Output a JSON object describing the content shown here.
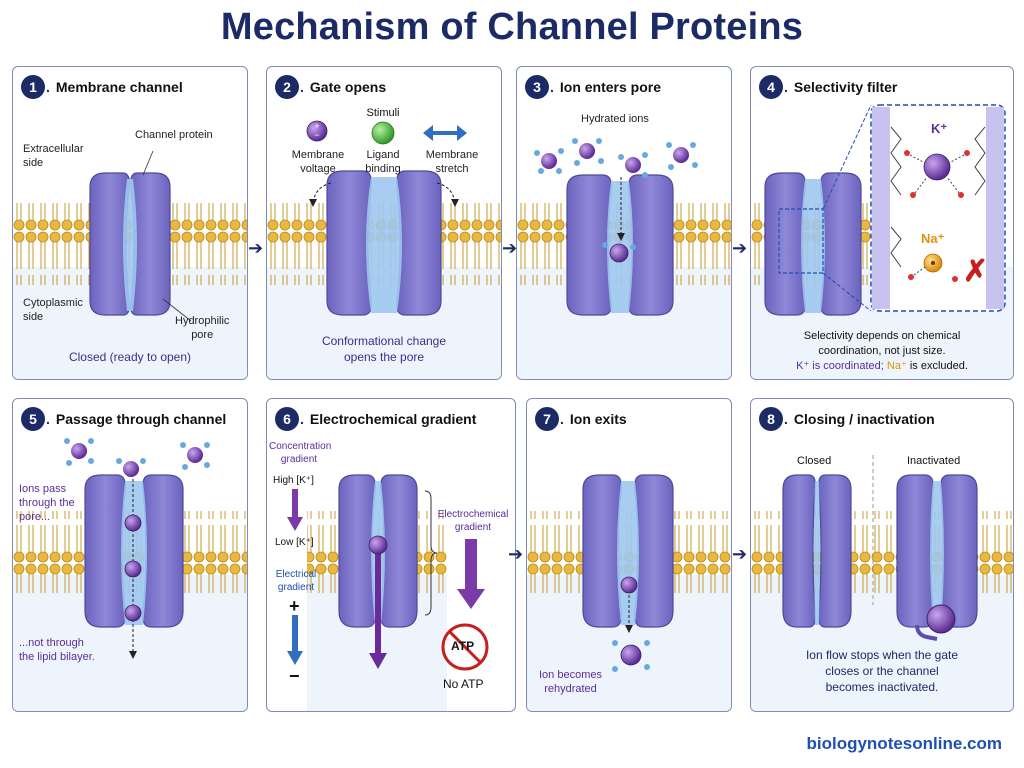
{
  "title": "Mechanism of Channel Proteins",
  "website": "biologynotesonline.com",
  "colors": {
    "navy": "#1c2a66",
    "protein": "#7b74c8",
    "pore": "#9fc8ef",
    "lipid_head": "#e6b43e",
    "ion": "#6a3aa0",
    "red_x": "#c81e1e"
  },
  "panels": [
    {
      "num": "1",
      "title": "Membrane channel",
      "labels": {
        "extracellular": "Extracellular\nside",
        "protein": "Channel protein",
        "cytoplasmic": "Cytoplasmic\nside",
        "pore": "Hydrophilic\npore"
      },
      "caption": "Closed (ready to open)"
    },
    {
      "num": "2",
      "title": "Gate opens",
      "stimuli": "Stimuli",
      "stimulus_items": [
        "Membrane\nvoltage",
        "Ligand\nbinding",
        "Membrane\nstretch"
      ],
      "caption": "Conformational change\nopens the pore"
    },
    {
      "num": "3",
      "title": "Ion enters pore",
      "hydrated": "Hydrated ions"
    },
    {
      "num": "4",
      "title": "Selectivity filter",
      "k": "K⁺",
      "na": "Na⁺",
      "caption_line1": "Selectivity depends on chemical",
      "caption_line2": "coordination, not just size.",
      "caption_k": "K⁺ is coordinated; ",
      "caption_na": "Na⁺",
      "caption_end": " is excluded."
    },
    {
      "num": "5",
      "title": "Passage through channel",
      "left_top": "Ions pass\nthrough the\npore...",
      "left_bottom": "...not through\nthe lipid bilayer."
    },
    {
      "num": "6",
      "title": "Electrochemical gradient",
      "conc": "Concentration\ngradient",
      "high": "High [K⁺]",
      "low": "Low [K⁺]",
      "electrical": "Electrical\ngradient",
      "plus": "+",
      "minus": "−",
      "electrochemical": "Electrochemical\ngradient",
      "atp": "ATP",
      "no_atp": "No ATP"
    },
    {
      "num": "7",
      "title": "Ion exits",
      "caption": "Ion becomes\nrehydrated"
    },
    {
      "num": "8",
      "title": "Closing / inactivation",
      "closed": "Closed",
      "inactivated": "Inactivated",
      "caption": "Ion flow stops when the gate\ncloses or the channel\nbecomes inactivated."
    }
  ]
}
